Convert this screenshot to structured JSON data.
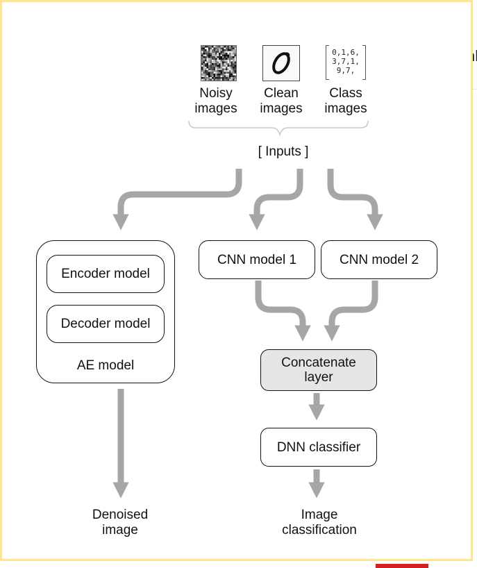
{
  "inputs": {
    "noisy_label_1": "Noisy",
    "noisy_label_2": "images",
    "clean_label_1": "Clean",
    "clean_label_2": "images",
    "class_label_1": "Class",
    "class_label_2": "images",
    "class_line_1": "0,1,6,",
    "class_line_2": "3,7,1,",
    "class_line_3": "9,7,",
    "group_label": "[ Inputs ]"
  },
  "ae": {
    "outer_label": "AE model",
    "encoder_label": "Encoder model",
    "decoder_label": "Decoder model"
  },
  "cnn": {
    "model1_label": "CNN model 1",
    "model2_label": "CNN model 2"
  },
  "concat": {
    "label_line1": "Concatenate",
    "label_line2": "layer"
  },
  "dnn": {
    "label": "DNN classifier"
  },
  "outputs": {
    "denoised_line1": "Denoised",
    "denoised_line2": "image",
    "classification_line1": "Image",
    "classification_line2": "classification"
  },
  "background": {
    "partial_text": "hl"
  },
  "colors": {
    "arrow": "#a6a6a6",
    "frame": "#fce58a",
    "concat_fill": "#e6e6e6",
    "accent_red": "#d81f1f"
  }
}
